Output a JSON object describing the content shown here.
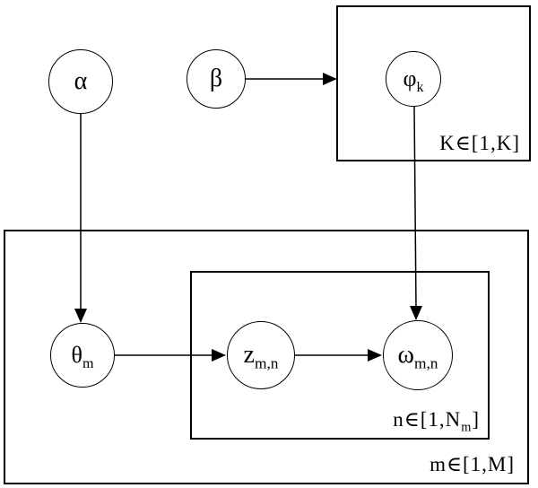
{
  "colors": {
    "ink": "#000000",
    "background": "#ffffff"
  },
  "nodes": {
    "alpha": {
      "main": "α",
      "sub": ""
    },
    "beta": {
      "main": "β",
      "sub": ""
    },
    "phi": {
      "main": "φ",
      "sub": "k"
    },
    "theta": {
      "main": "θ",
      "sub": "m"
    },
    "z": {
      "main": "z",
      "sub": "m,n"
    },
    "omega": {
      "main": "ω",
      "sub": "m,n"
    }
  },
  "plates": {
    "k": {
      "pre": "K∈[1,K]",
      "sub": "",
      "post": ""
    },
    "n": {
      "pre": "n∈[1,N",
      "sub": "m",
      "post": "]"
    },
    "m": {
      "pre": "m∈[1,M]",
      "sub": "",
      "post": ""
    }
  },
  "edges": [
    {
      "from": "alpha",
      "to": "theta"
    },
    {
      "from": "beta",
      "to": "phi"
    },
    {
      "from": "theta",
      "to": "z"
    },
    {
      "from": "z",
      "to": "omega"
    },
    {
      "from": "phi",
      "to": "omega"
    }
  ]
}
